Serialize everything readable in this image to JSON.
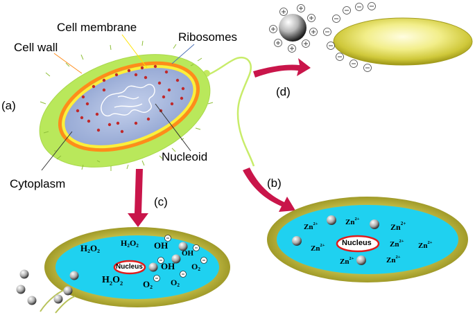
{
  "labels": {
    "cell_membrane": "Cell membrane",
    "cell_wall": "Cell wall",
    "ribosomes": "Ribosomes",
    "nucleoid": "Nucleoid",
    "cytoplasm": "Cytoplasm",
    "panel_a": "(a)",
    "panel_b": "(b)",
    "panel_c": "(c)",
    "panel_d": "(d)",
    "nucleus": "Nucleus"
  },
  "species": {
    "h2o2": [
      "H",
      "2",
      "O",
      "2"
    ],
    "oh": [
      "OH"
    ],
    "o2": [
      "O",
      "2"
    ],
    "zn": [
      "Zn",
      "2+"
    ]
  },
  "charges": {
    "plus": "+",
    "minus": "−"
  },
  "colors": {
    "cytoplasm_green": "#b9e85b",
    "cell_wall_orange": "#ff8c1a",
    "membrane_yellow": "#ffef3a",
    "nucleoid_blue": "#9aaed6",
    "ribosome_red": "#c0282a",
    "arrow_red": "#c9154a",
    "cell_olive": "#b8b21e",
    "interior_cyan": "#1fd1f0"
  }
}
